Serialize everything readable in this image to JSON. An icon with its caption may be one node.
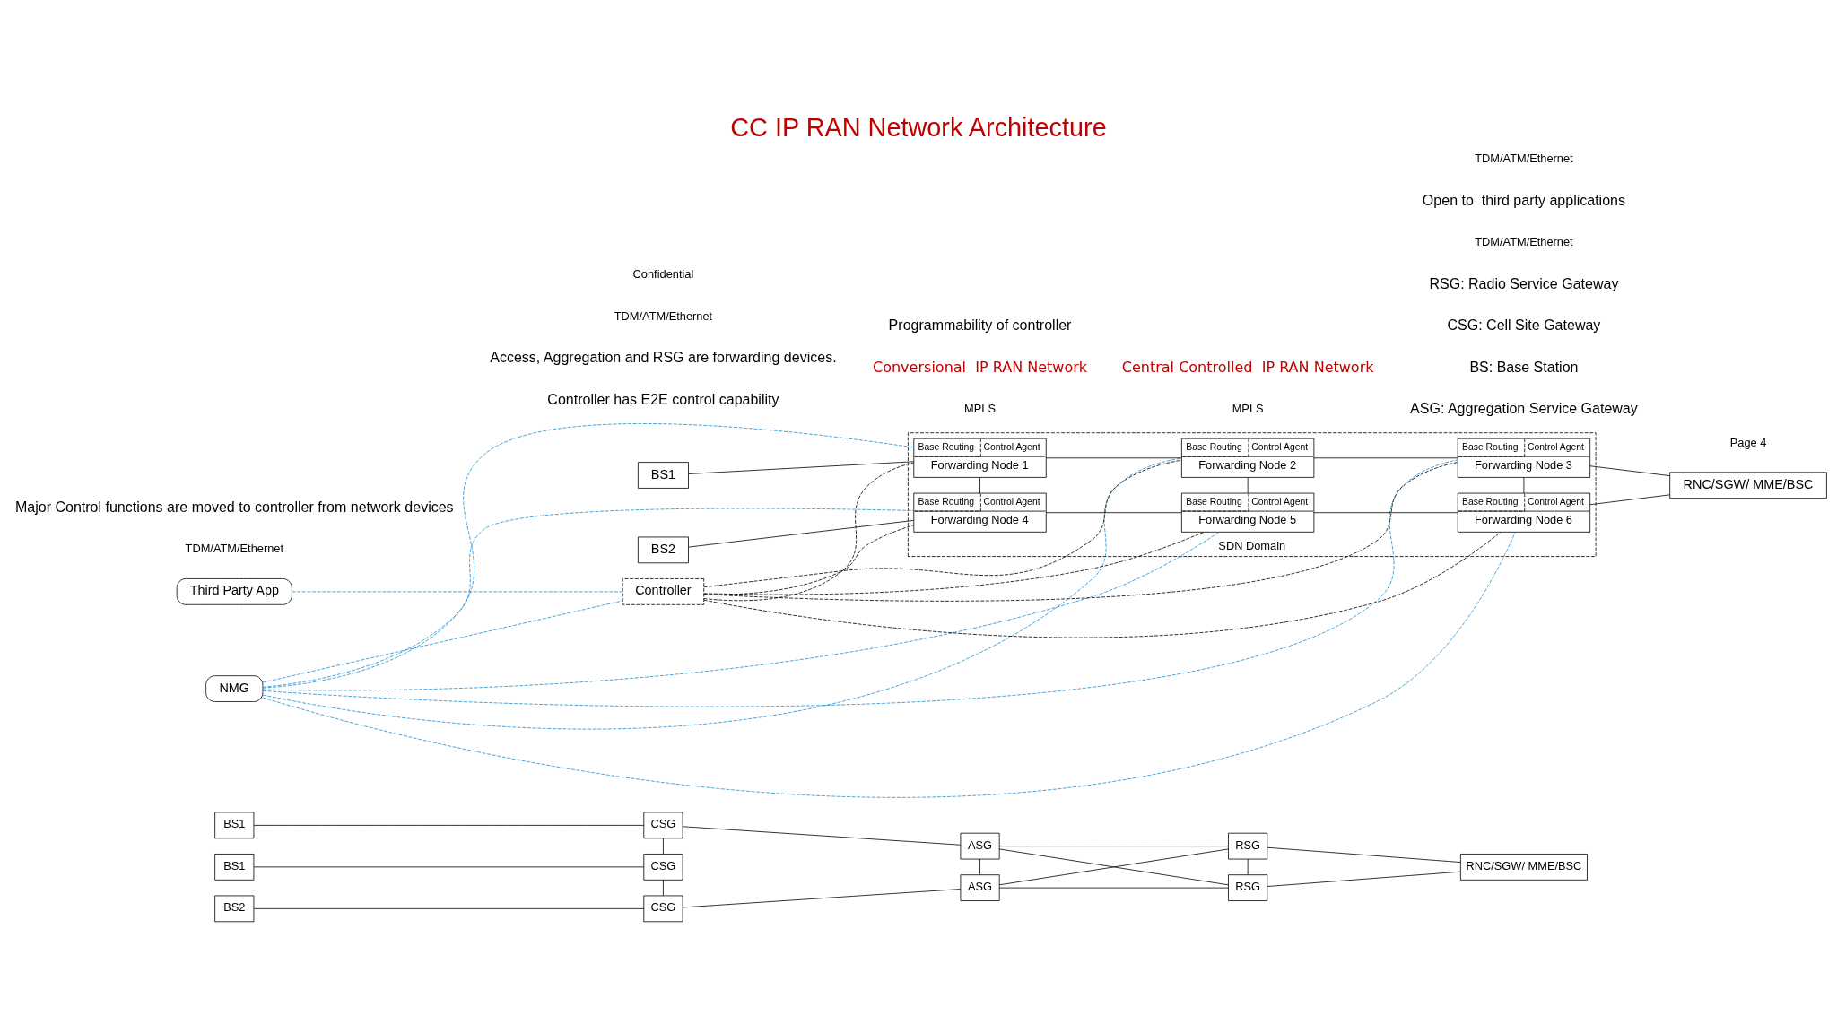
{
  "diagram": {
    "title": "CC IP RAN Network Architecture",
    "nodes": [
      {
        "text": [
          "BS1"
        ]
      },
      {
        "text": [
          "CSG"
        ]
      },
      {
        "text": [
          "BS1"
        ]
      },
      {
        "text": [
          "CSG"
        ]
      },
      {
        "text": [
          "BS2"
        ]
      },
      {
        "text": [
          "CSG"
        ]
      },
      {
        "text": [
          "ASG"
        ]
      },
      {
        "text": [
          "RSG"
        ]
      },
      {
        "text": [
          "ASG"
        ]
      },
      {
        "text": [
          "RSG"
        ]
      },
      {
        "text": [
          "RNC/SGW/ MME/BSC"
        ]
      },
      {
        "text": [
          "Third Party App"
        ]
      },
      {
        "text": [
          "NMG"
        ]
      },
      {
        "text": [
          "Controller"
        ]
      },
      {
        "text": [
          "SDN Domain"
        ]
      },
      {
        "text": [
          "Base Routing",
          "Control Agent",
          "Forwarding Node 1"
        ],
        "in": 14
      },
      {
        "text": [
          "Base Routing",
          "Control Agent",
          "Forwarding Node 2"
        ],
        "in": 14
      },
      {
        "text": [
          "Base Routing",
          "Control Agent",
          "Forwarding Node 3"
        ],
        "in": 14
      },
      {
        "text": [
          "Base Routing",
          "Control Agent",
          "Forwarding Node 4"
        ],
        "in": 14
      },
      {
        "text": [
          "Base Routing",
          "Control Agent",
          "Forwarding Node 5"
        ],
        "in": 14
      },
      {
        "text": [
          "Base Routing",
          "Control Agent",
          "Forwarding Node 6"
        ],
        "in": 14
      },
      {
        "text": [
          "BS1"
        ]
      },
      {
        "text": [
          "BS2"
        ]
      },
      {
        "text": [
          "RNC/SGW/ MME/BSC"
        ]
      }
    ],
    "edges": [
      {
        "from": 0,
        "to": 1,
        "arrow": "none"
      },
      {
        "from": 2,
        "to": 3,
        "arrow": "none"
      },
      {
        "from": 4,
        "to": 5,
        "arrow": "none"
      },
      {
        "from": 1,
        "to": 3,
        "arrow": "none"
      },
      {
        "from": 3,
        "to": 5,
        "arrow": "none"
      },
      {
        "from": 1,
        "to": 6,
        "arrow": "none"
      },
      {
        "from": 5,
        "to": 8,
        "arrow": "none"
      },
      {
        "from": 6,
        "to": 7,
        "arrow": "none"
      },
      {
        "from": 8,
        "to": 9,
        "arrow": "none"
      },
      {
        "from": 6,
        "to": 9,
        "arrow": "none"
      },
      {
        "from": 8,
        "to": 7,
        "arrow": "none"
      },
      {
        "from": 6,
        "to": 8,
        "arrow": "none"
      },
      {
        "from": 7,
        "to": 9,
        "arrow": "none"
      },
      {
        "from": 7,
        "to": 10,
        "arrow": "none"
      },
      {
        "from": 9,
        "to": 10,
        "arrow": "none"
      },
      {
        "from": 11,
        "to": 13,
        "arrow": "none",
        "style": "dashed",
        "color": "#1f8fd0"
      },
      {
        "from": 12,
        "to": 13,
        "arrow": "none",
        "style": "dashed",
        "color": "#1f8fd0"
      },
      {
        "from": 12,
        "to": 15,
        "arrow": "none",
        "style": "dashed",
        "color": "#1f8fd0"
      },
      {
        "from": 12,
        "to": 16,
        "arrow": "none",
        "style": "dashed",
        "color": "#1f8fd0"
      },
      {
        "from": 12,
        "to": 17,
        "arrow": "none",
        "style": "dashed",
        "color": "#1f8fd0"
      },
      {
        "from": 12,
        "to": 18,
        "arrow": "none",
        "style": "dashed",
        "color": "#1f8fd0"
      },
      {
        "from": 12,
        "to": 19,
        "arrow": "none",
        "style": "dashed",
        "color": "#1f8fd0"
      },
      {
        "from": 12,
        "to": 20,
        "arrow": "none",
        "style": "dashed",
        "color": "#1f8fd0"
      },
      {
        "from": 13,
        "to": 15,
        "arrow": "none",
        "style": "dashed"
      },
      {
        "from": 13,
        "to": 16,
        "arrow": "none",
        "style": "dashed"
      },
      {
        "from": 13,
        "to": 17,
        "arrow": "none",
        "style": "dashed"
      },
      {
        "from": 13,
        "to": 18,
        "arrow": "none",
        "style": "dashed"
      },
      {
        "from": 13,
        "to": 19,
        "arrow": "none",
        "style": "dashed"
      },
      {
        "from": 13,
        "to": 20,
        "arrow": "none",
        "style": "dashed"
      },
      {
        "from": 21,
        "to": 15,
        "arrow": "none"
      },
      {
        "from": 15,
        "to": 16,
        "arrow": "none"
      },
      {
        "from": 16,
        "to": 17,
        "arrow": "none"
      },
      {
        "from": 17,
        "to": 23,
        "arrow": "none"
      },
      {
        "from": 22,
        "to": 18,
        "arrow": "none"
      },
      {
        "from": 18,
        "to": 19,
        "arrow": "none"
      },
      {
        "from": 19,
        "to": 20,
        "arrow": "none"
      },
      {
        "from": 20,
        "to": 23,
        "arrow": "none"
      },
      {
        "from": 15,
        "to": 18,
        "arrow": "none"
      },
      {
        "from": 16,
        "to": 19,
        "arrow": "none"
      },
      {
        "from": 17,
        "to": 20,
        "arrow": "none"
      }
    ],
    "labels": [
      "ASG: Aggregation Service Gateway",
      "BS: Base Station",
      "CSG: Cell Site Gateway",
      "RSG: Radio Service Gateway",
      "TDM/ATM/Ethernet",
      "MPLS",
      "TDM/ATM/Ethernet",
      "Conversional  IP RAN Network",
      "Major Control functions are moved to controller from network devices",
      "Controller has E2E control capability",
      "Access, Aggregation and RSG are forwarding devices.",
      "Programmability of controller",
      "Open to  third party applications",
      "TDM/ATM/Ethernet",
      "MPLS",
      "TDM/ATM/Ethernet",
      "Central Controlled  IP RAN Network",
      "Confidential",
      "Page 4"
    ]
  }
}
